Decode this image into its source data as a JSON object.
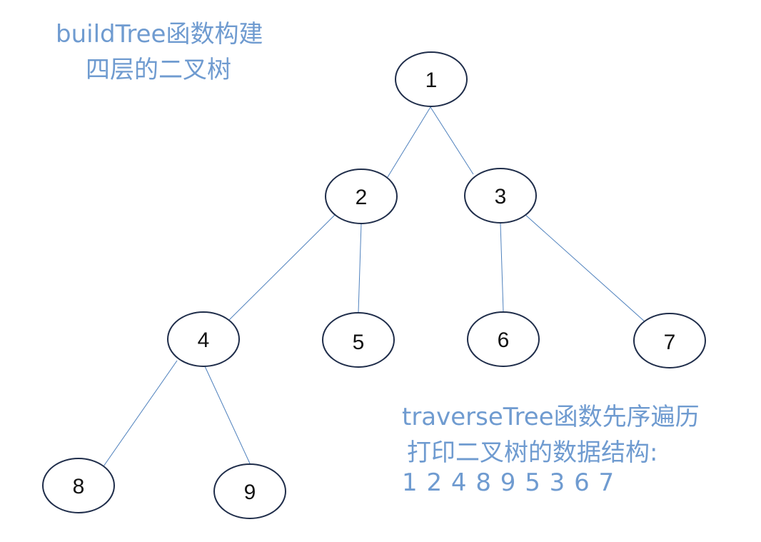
{
  "captions": {
    "build_line1": "buildTree函数构建",
    "build_line2": "四层的二叉树",
    "traverse_line1": "traverseTree函数先序遍历",
    "traverse_line2": "打印二叉树的数据结构:",
    "traverse_line3": "1 2 4 8 9 5 3 6 7"
  },
  "colors": {
    "caption": "#6f9bd0",
    "edge": "#4f81bd",
    "node_stroke": "#1f2d4a",
    "node_fill": "#ffffff"
  },
  "tree": {
    "nodes": [
      {
        "id": "n1",
        "label": "1"
      },
      {
        "id": "n2",
        "label": "2"
      },
      {
        "id": "n3",
        "label": "3"
      },
      {
        "id": "n4",
        "label": "4"
      },
      {
        "id": "n5",
        "label": "5"
      },
      {
        "id": "n6",
        "label": "6"
      },
      {
        "id": "n7",
        "label": "7"
      },
      {
        "id": "n8",
        "label": "8"
      },
      {
        "id": "n9",
        "label": "9"
      }
    ],
    "edges": [
      {
        "from": "n1",
        "to": "n2"
      },
      {
        "from": "n1",
        "to": "n3"
      },
      {
        "from": "n2",
        "to": "n4"
      },
      {
        "from": "n2",
        "to": "n5"
      },
      {
        "from": "n3",
        "to": "n6"
      },
      {
        "from": "n3",
        "to": "n7"
      },
      {
        "from": "n4",
        "to": "n8"
      },
      {
        "from": "n4",
        "to": "n9"
      }
    ]
  }
}
